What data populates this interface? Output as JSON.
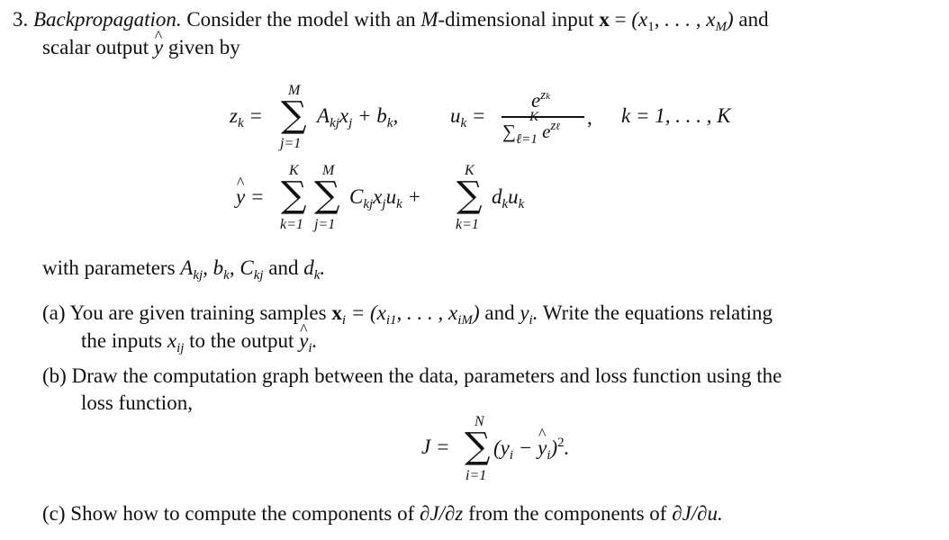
{
  "problem": {
    "number": "3.",
    "title": "Backpropagation.",
    "intro_1": "Consider the model with an",
    "intro_M": "M",
    "intro_2": "-dimensional input",
    "x_bold": "x",
    "eq_sign": "=",
    "x_tuple": "(x",
    "intro_3": "and",
    "line2_a": "scalar output",
    "y_hat": "y",
    "line2_b": "given by",
    "after_eq": "with parameters",
    "params": "A",
    "params_and": "and"
  },
  "equations": {
    "z_lhs": "z",
    "z_sum_top": "M",
    "z_sum_bot": "j=1",
    "z_body": "A",
    "u_lhs": "u",
    "u_num": "e",
    "u_den_sum_top": "K",
    "u_den_sum_bot": "ℓ=1",
    "k_range": "k = 1, . . . , K",
    "yhat_sum1_top": "K",
    "yhat_sum1_bot": "k=1",
    "yhat_sum2_top": "M",
    "yhat_sum2_bot": "j=1",
    "yhat_sum3_top": "K",
    "yhat_sum3_bot": "k=1",
    "j_sum_top": "N",
    "j_sum_bot": "i=1"
  },
  "parts": {
    "a_label": "(a)",
    "a_line1": "You are given training samples",
    "a_line1_b": "and",
    "a_line1_c": "Write the equations relating",
    "a_line2": "the inputs",
    "a_line2_b": "to the output",
    "b_label": "(b)",
    "b_line1": "Draw the computation graph between the data, parameters and loss function using the",
    "b_line2": "loss function,",
    "c_label": "(c)",
    "c_line1": "Show how to compute the components of",
    "c_dJdz": "∂J/∂z",
    "c_line1_b": "from the components of",
    "c_dJdu": "∂J/∂u."
  }
}
